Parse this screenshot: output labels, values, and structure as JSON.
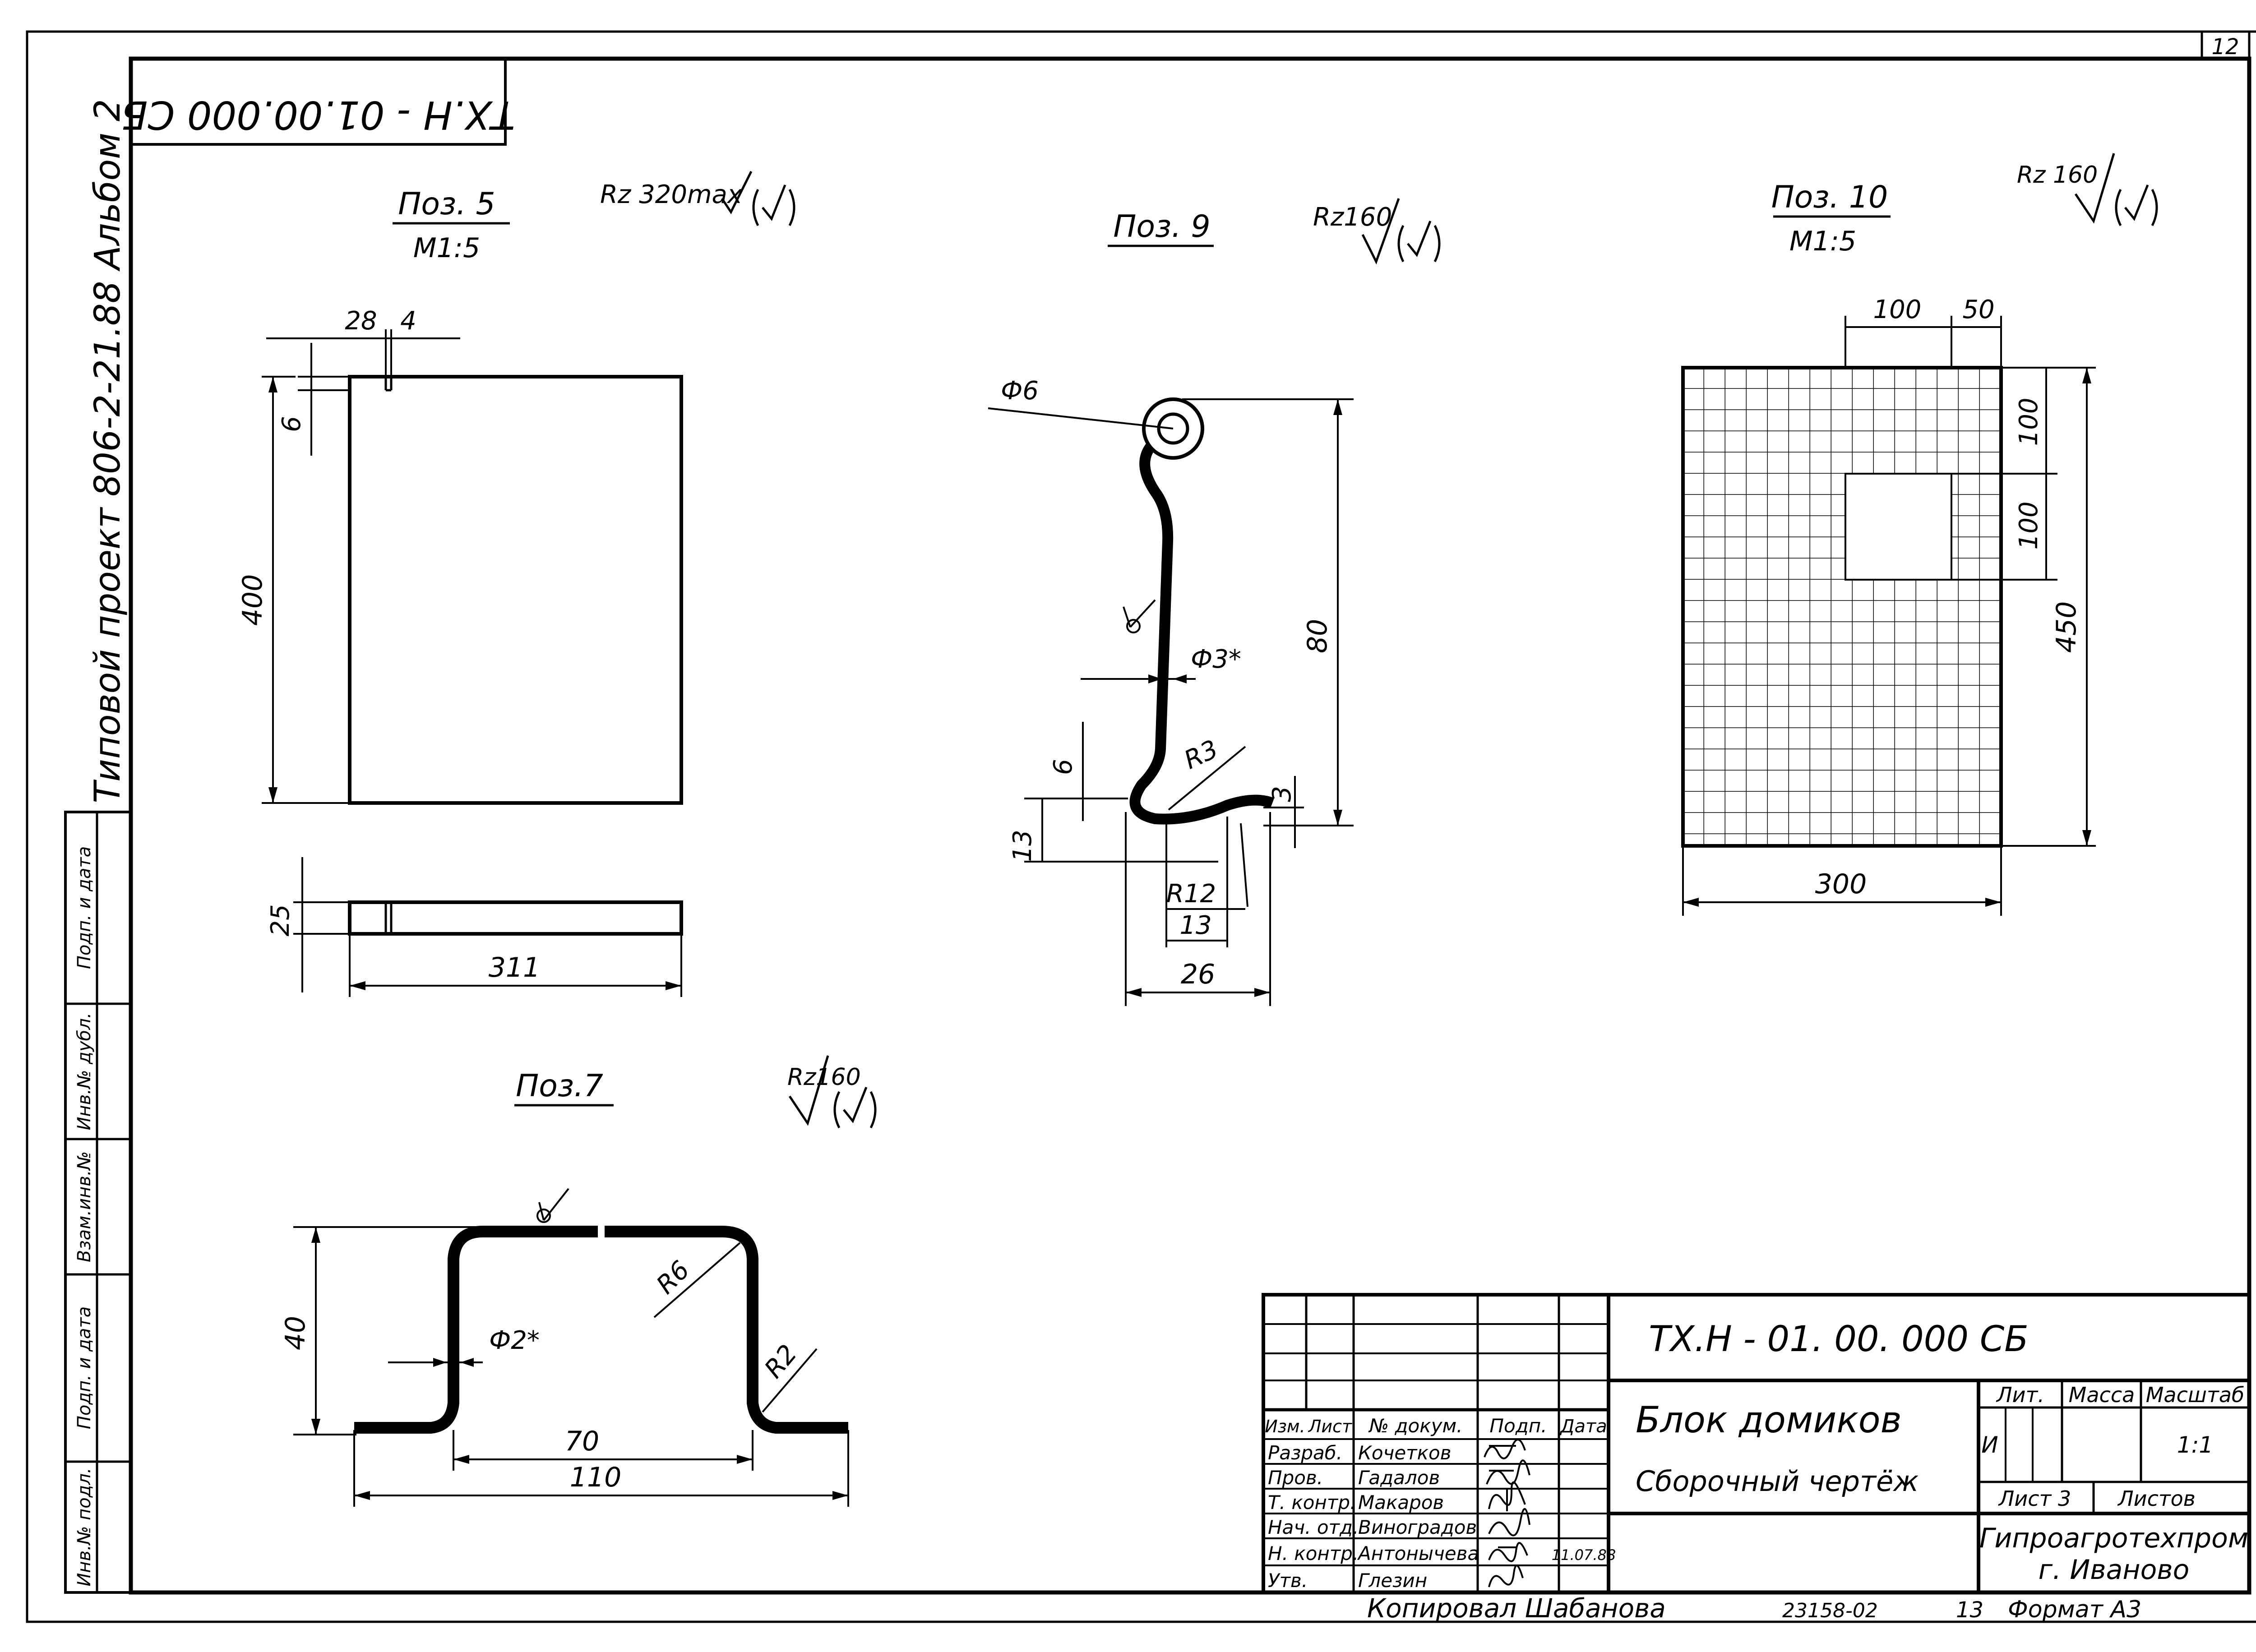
{
  "sheet": {
    "number": "12",
    "doc_code_rotated": "TX.H - 01.00.000 CБ",
    "side_note": "Типовой проект 806-2-21.88 Альбом 2",
    "copied_by": "Копировал Шабанова",
    "order_no": "23158-02",
    "page": "13",
    "format": "Формат A3"
  },
  "margin_boxes": [
    "Инв.№ подл.",
    "Подп. и дата",
    "Взам.инв.№",
    "Инв.№ дубл.",
    "Подп. и дата"
  ],
  "parts": {
    "pos5": {
      "title": "Поз. 5",
      "scale": "M1:5",
      "roughness": "Rz 320max",
      "dims": {
        "d28": "28",
        "d4": "4",
        "d6": "6",
        "d400": "400",
        "d25": "25",
        "d311": "311"
      }
    },
    "pos9": {
      "title": "Поз. 9",
      "roughness": "Rz160",
      "dims": {
        "dia6": "Ф6",
        "dia3": "Ф3*",
        "d80": "80",
        "r3": "R3",
        "d6": "6",
        "d3": "3",
        "d13a": "13",
        "r12": "R12",
        "d13b": "13",
        "d26": "26"
      }
    },
    "pos10": {
      "title": "Поз. 10",
      "scale": "M1:5",
      "roughness": "Rz 160",
      "dims": {
        "d100a": "100",
        "d50": "50",
        "d100b": "100",
        "d100c": "100",
        "d450": "450",
        "d300": "300"
      }
    },
    "pos7": {
      "title": "Поз.7",
      "roughness": "Rz160",
      "dims": {
        "d40": "40",
        "dia2": "Ф2*",
        "r6": "R6",
        "r2": "R2",
        "d70": "70",
        "d110": "110"
      }
    }
  },
  "title_block": {
    "doc_code": "TX.H - 01. 00. 000 CБ",
    "name": "Блок домиков",
    "doc_type": "Сборочный чертёж",
    "header": [
      "Изм.",
      "Лист",
      "№ докум.",
      "Подп.",
      "Дата"
    ],
    "roles": [
      {
        "role": "Разраб.",
        "name": "Кочетков"
      },
      {
        "role": "Пров.",
        "name": "Гадалов"
      },
      {
        "role": "Т. контр.",
        "name": "Макаров"
      },
      {
        "role": "Нач. отд.",
        "name": "Виноградов"
      },
      {
        "role": "Н. контр.",
        "name": "Антонычева"
      },
      {
        "role": "Утв.",
        "name": "Глезин"
      }
    ],
    "date": "11.07.88",
    "lit_label": "Лит.",
    "mass_label": "Масса",
    "scale_label": "Масштаб",
    "lit_value": "И",
    "scale_value": "1:1",
    "sheet_label": "Лист 3",
    "sheets_label": "Листов",
    "org": "Гипроагротехпром",
    "city": "г. Иваново"
  }
}
